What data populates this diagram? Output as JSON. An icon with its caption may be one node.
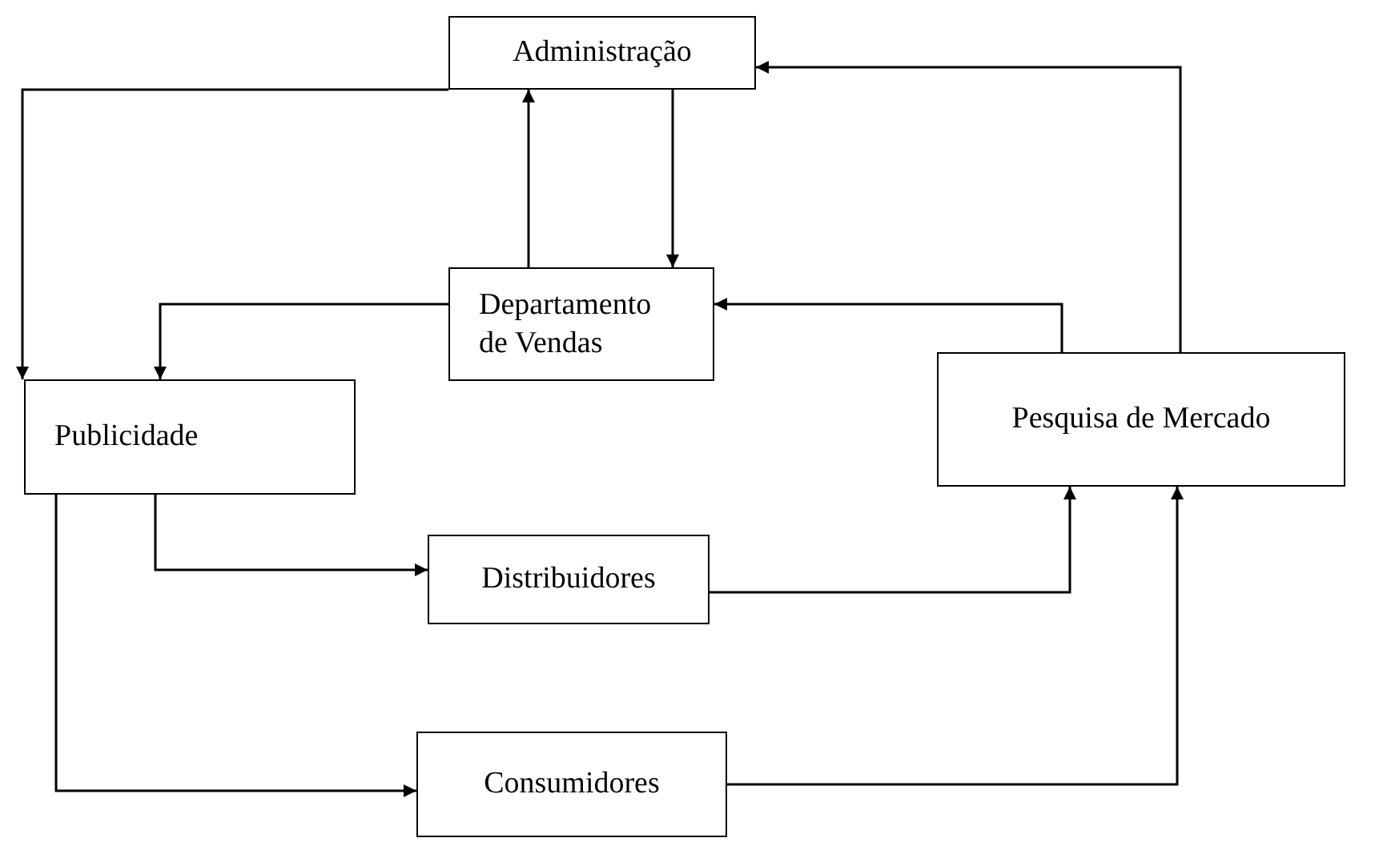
{
  "diagram": {
    "nodes": [
      {
        "text": [
          "Administração"
        ]
      },
      {
        "text": [
          "Departamento de Vendas"
        ]
      },
      {
        "text": [
          "Publicidade"
        ]
      },
      {
        "text": [
          "Pesquisa de Mercado"
        ]
      },
      {
        "text": [
          "Distribuidores"
        ]
      },
      {
        "text": [
          "Consumidores"
        ]
      }
    ],
    "edges": [
      {
        "from": 0,
        "to": 2,
        "arrow": "to"
      },
      {
        "from": 1,
        "to": 0,
        "arrow": "to"
      },
      {
        "from": 0,
        "to": 1,
        "arrow": "to"
      },
      {
        "from": 1,
        "to": 2,
        "arrow": "to"
      },
      {
        "from": 3,
        "to": 0,
        "arrow": "to"
      },
      {
        "from": 3,
        "to": 1,
        "arrow": "to"
      },
      {
        "from": 2,
        "to": 4,
        "arrow": "to"
      },
      {
        "from": 4,
        "to": 3,
        "arrow": "to"
      },
      {
        "from": 2,
        "to": 5,
        "arrow": "to"
      },
      {
        "from": 5,
        "to": 3,
        "arrow": "to"
      }
    ]
  }
}
